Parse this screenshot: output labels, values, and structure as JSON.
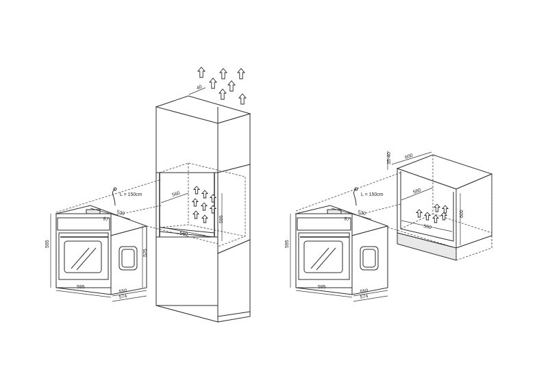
{
  "left_scene": {
    "cable_label": "L = 150cm",
    "oven": {
      "height": "595",
      "width": "595",
      "depth_top": "530",
      "gap": "97",
      "side_height": "525",
      "base_depth_a": "550",
      "base_depth_b": "574"
    },
    "tall_cabinet": {
      "vent_top": "40",
      "niche_width": "560",
      "niche_depth": "560",
      "niche_height": "595"
    }
  },
  "right_scene": {
    "cable_label": "L = 150cm",
    "oven": {
      "height": "595",
      "width": "595",
      "depth_top": "530",
      "gap": "97",
      "base_depth_a": "550",
      "base_depth_b": "574"
    },
    "counter_unit": {
      "gap_top": "35-40",
      "depth_top": "600",
      "niche_depth": "580",
      "niche_width": "560",
      "niche_height": "600"
    }
  },
  "icons": [
    "airflow-arrow-icon",
    "airflow-arrow-icon"
  ]
}
